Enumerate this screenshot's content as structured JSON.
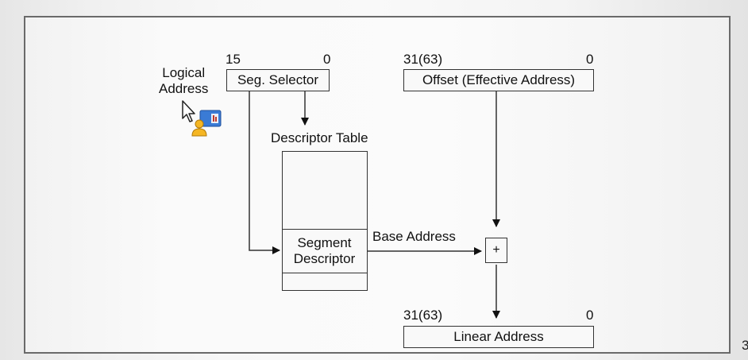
{
  "diagram": {
    "logical_address_label": "Logical\nAddress",
    "selector": {
      "high_bit": "15",
      "low_bit": "0",
      "label": "Seg. Selector"
    },
    "offset": {
      "high_bit": "31(63)",
      "low_bit": "0",
      "label": "Offset (Effective Address)"
    },
    "descriptor_table_label": "Descriptor Table",
    "segment_descriptor_label": "Segment\nDescriptor",
    "base_address_label": "Base Address",
    "adder_symbol": "+",
    "linear": {
      "high_bit": "31(63)",
      "low_bit": "0",
      "label": "Linear Address"
    },
    "page_number": "3"
  },
  "icons": [
    "mouse-pointer-icon",
    "user-card-icon"
  ]
}
